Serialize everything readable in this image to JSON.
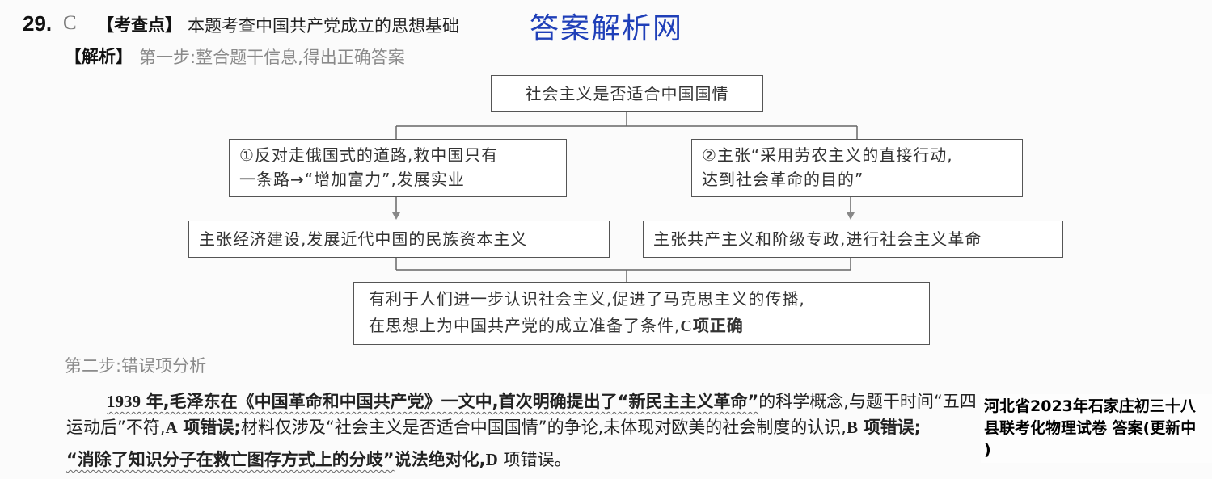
{
  "header": {
    "number": "29.",
    "answer": "C",
    "tag": "【考查点】",
    "text": "本题考查中国共产党成立的思想基础",
    "watermark": "答案解析网"
  },
  "step1": {
    "tag": "【解析】",
    "text": "第一步:整合题干信息,得出正确答案"
  },
  "flow": {
    "top": "社会主义是否适合中国国情",
    "left1_line1": "①反对走俄国式的道路,救中国只有",
    "left1_line2": "一条路→“增加富力”,发展实业",
    "right1_line1": "②主张“采用劳农主义的直接行动,",
    "right1_line2": "达到社会革命的目的”",
    "left2": "主张经济建设,发展近代中国的民族资本主义",
    "right2": "主张共产主义和阶级专政,进行社会主义革命",
    "bottom_line1": "有利于人们进一步认识社会主义,促进了马克思主义的传播,",
    "bottom_line2": "在思想上为中国共产党的成立准备了条件,",
    "bottom_line2_c": "C",
    "bottom_line2_end": "项正确"
  },
  "step2": {
    "title": "第二步:错误项分析",
    "p1_year": "1939",
    "p1_bold": "年,毛泽东在《中国革命和中国共产党》一文中,首次明确提出了“新民主主义革命”",
    "p1_rest": "的科学概念,与题干时间“五四",
    "p2_a": "运动后”不符,",
    "p2_A": "A",
    "p2_b": "项错误;",
    "p2_c": "材料仅涉及“社会主义是否适合中国国情”的争论,未体现对欧美的社会制度的认识,",
    "p2_B": "B",
    "p2_d": "项错误;",
    "p3_quote": "“消除了知识分子在救亡图存方式上的分歧”",
    "p3_a": "说法绝对化,",
    "p3_D": "D",
    "p3_b": "项错误。"
  },
  "overlay": {
    "line1": "河北省2023年石家庄初三十八",
    "line2": "县联考化物理试卷 答案(更新中",
    "line3": ")"
  }
}
